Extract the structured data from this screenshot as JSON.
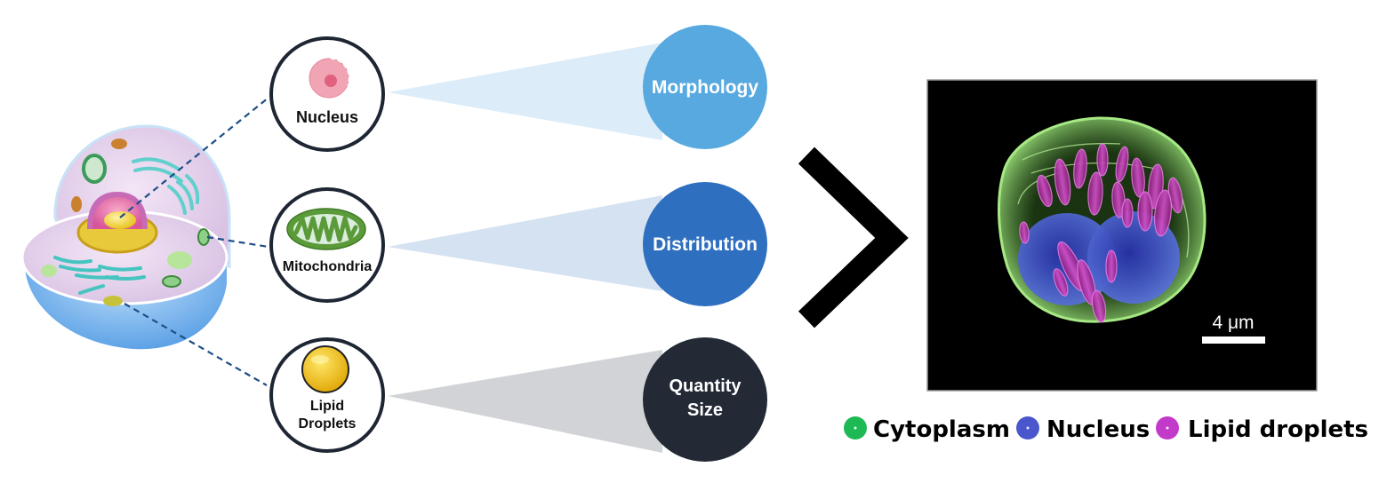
{
  "figure": {
    "organelles": [
      {
        "label_lines": [
          "Nucleus"
        ],
        "icon": "nucleus-icon"
      },
      {
        "label_lines": [
          "Mitochondria"
        ],
        "icon": "mitochondrion-icon"
      },
      {
        "label_lines": [
          "Lipid",
          "Droplets"
        ],
        "icon": "lipid-droplet-icon"
      }
    ],
    "metrics": [
      {
        "label_lines": [
          "Morphology"
        ],
        "color": "#57a9e0",
        "beam_color": "#dcedf9"
      },
      {
        "label_lines": [
          "Distribution"
        ],
        "color": "#2f6fbf",
        "beam_color": "#d5e2f2"
      },
      {
        "label_lines": [
          "Quantity",
          "Size"
        ],
        "color": "#232a36",
        "beam_color": "#d1d3d6"
      }
    ],
    "arrow_icon": "chevron-right-icon",
    "micrograph": {
      "scale_bar_label": "4 μm"
    },
    "legend": [
      {
        "label": "Cytoplasm",
        "color": "#1db954"
      },
      {
        "label": "Nucleus",
        "color": "#4a57cc"
      },
      {
        "label": "Lipid droplets",
        "color": "#c23ac9"
      }
    ],
    "colors": {
      "outline": "#1e2633",
      "leader_line": "#1f4e86"
    }
  }
}
